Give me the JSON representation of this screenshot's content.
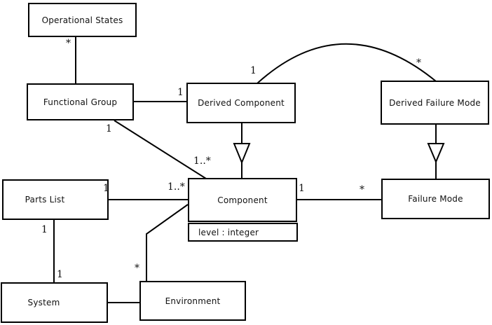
{
  "diagram_type": "uml-class-diagram",
  "colors": {
    "line": "#000000",
    "background": "#ffffff",
    "box_fill": "#ffffff",
    "text": "#111111"
  },
  "classes": [
    {
      "name": "Operational States"
    },
    {
      "name": "Functional Group"
    },
    {
      "name": "Derived Component"
    },
    {
      "name": "Derived Failure Mode"
    },
    {
      "name": "Parts List"
    },
    {
      "name": "Component",
      "attributes": [
        "level : integer"
      ]
    },
    {
      "name": "Failure Mode"
    },
    {
      "name": "System"
    },
    {
      "name": "Environment"
    }
  ],
  "associations": [
    {
      "from": "Operational States",
      "to": "Functional Group",
      "from_multiplicity": "*"
    },
    {
      "from": "Functional Group",
      "to": "Derived Component",
      "to_multiplicity": "1"
    },
    {
      "from": "Functional Group",
      "to": "Component",
      "from_multiplicity": "1",
      "to_multiplicity": "1..*"
    },
    {
      "from": "Derived Component",
      "to": "Derived Failure Mode",
      "from_multiplicity": "1",
      "to_multiplicity": "*",
      "shape": "arc"
    },
    {
      "from": "Parts List",
      "to": "Component",
      "from_multiplicity": "1",
      "to_multiplicity": "1..*"
    },
    {
      "from": "Component",
      "to": "Failure Mode",
      "from_multiplicity": "1",
      "to_multiplicity": "*"
    },
    {
      "from": "Parts List",
      "to": "System",
      "from_multiplicity": "1",
      "to_multiplicity": "1"
    },
    {
      "from": "System",
      "to": "Environment"
    },
    {
      "from": "Environment",
      "to": "Component",
      "from_multiplicity": "*"
    }
  ],
  "generalizations": [
    {
      "child": "Derived Component",
      "parent": "Component"
    },
    {
      "child": "Derived Failure Mode",
      "parent": "Failure Mode"
    }
  ]
}
